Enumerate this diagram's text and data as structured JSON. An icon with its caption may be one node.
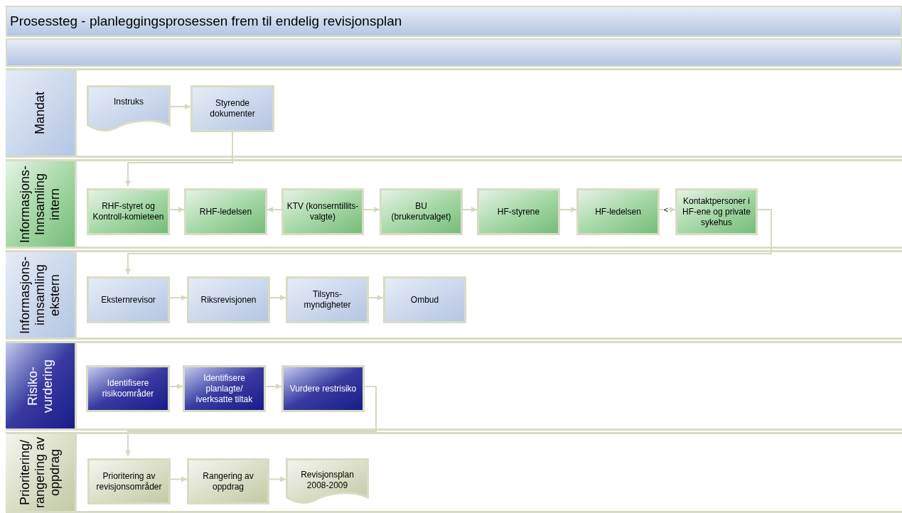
{
  "diagram": {
    "nodes": [
      {
        "text": [
          "Prosessteg - planleggingsprosessen frem til endelig revisjonsplan"
        ]
      },
      {
        "text": [
          "Mandat"
        ]
      },
      {
        "text": [
          "Informasjons- Innsamling intern"
        ]
      },
      {
        "text": [
          "Informasjons- innsamling ekstern"
        ]
      },
      {
        "text": [
          "Risiko- vurdering"
        ]
      },
      {
        "text": [
          "Prioritering/ rangering av oppdrag"
        ]
      },
      {
        "text": [
          "Instruks"
        ],
        "in": 1
      },
      {
        "text": [
          "Styrende dokumenter"
        ],
        "in": 1
      },
      {
        "text": [
          "RHF-styret og Kontroll-komieteen"
        ],
        "in": 2
      },
      {
        "text": [
          "RHF-ledelsen"
        ],
        "in": 2
      },
      {
        "text": [
          "KTV (konserntillits- valgte)"
        ],
        "in": 2
      },
      {
        "text": [
          "BU (brukerutvalget)"
        ],
        "in": 2
      },
      {
        "text": [
          "HF-styrene"
        ],
        "in": 2
      },
      {
        "text": [
          "HF-ledelsen"
        ],
        "in": 2
      },
      {
        "text": [
          "Kontaktpersoner i HF-ene og private sykehus"
        ],
        "in": 2
      },
      {
        "text": [
          "Eksternrevisor"
        ],
        "in": 3
      },
      {
        "text": [
          "Riksrevisjonen"
        ],
        "in": 3
      },
      {
        "text": [
          "Tilsyns- myndigheter"
        ],
        "in": 3
      },
      {
        "text": [
          "Ombud"
        ],
        "in": 3
      },
      {
        "text": [
          "Identifisere risikoområder"
        ],
        "in": 4
      },
      {
        "text": [
          "Identifisere planlagte/ iverksatte tiltak"
        ],
        "in": 4
      },
      {
        "text": [
          "Vurdere restrisiko"
        ],
        "in": 4
      },
      {
        "text": [
          "Prioritering av revisjonsområder"
        ],
        "in": 5
      },
      {
        "text": [
          "Rangering av oppdrag"
        ],
        "in": 5
      },
      {
        "text": [
          "Revisjonsplan 2008-2009"
        ],
        "in": 5
      },
      {
        "text": [],
        "shape": "bar"
      }
    ],
    "edges": [
      {
        "from": 6,
        "to": 7,
        "arrow": "to"
      },
      {
        "from": 7,
        "to": 8,
        "arrow": "to"
      },
      {
        "from": 8,
        "to": 9,
        "arrow": "to"
      },
      {
        "from": 10,
        "to": 9,
        "arrow": "to"
      },
      {
        "from": 10,
        "to": 11,
        "arrow": "to"
      },
      {
        "from": 11,
        "to": 12,
        "arrow": "to"
      },
      {
        "from": 12,
        "to": 13,
        "arrow": "to"
      },
      {
        "from": 13,
        "to": 14,
        "arrow": "to",
        "label": "<"
      },
      {
        "from": 14,
        "to": 15,
        "arrow": "to"
      },
      {
        "from": 15,
        "to": 16,
        "arrow": "to"
      },
      {
        "from": 16,
        "to": 17,
        "arrow": "to"
      },
      {
        "from": 17,
        "to": 18,
        "arrow": "to"
      },
      {
        "from": 19,
        "to": 20,
        "arrow": "to"
      },
      {
        "from": 20,
        "to": 21,
        "arrow": "to"
      },
      {
        "from": 21,
        "to": 22,
        "arrow": "to"
      },
      {
        "from": 22,
        "to": 23,
        "arrow": "to"
      },
      {
        "from": 23,
        "to": 24,
        "arrow": "to"
      }
    ]
  }
}
